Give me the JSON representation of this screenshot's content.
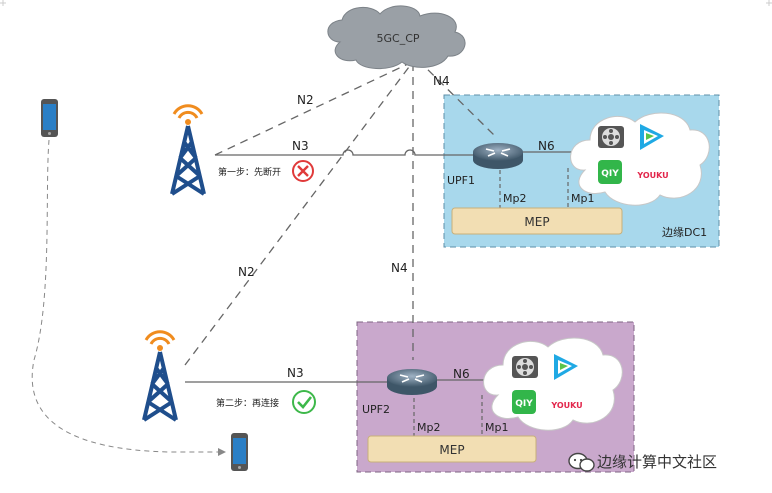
{
  "labels": {
    "cloud_top": "5GC_CP",
    "n4_top": "N4",
    "n2_upper": "N2",
    "n3_upper": "N3",
    "n6_upper": "N6",
    "upf1": "UPF1",
    "mp2_upper": "Mp2",
    "mp1_upper": "Mp1",
    "mep_upper": "MEP",
    "dc1": "边缘DC1",
    "step1": "第一步：先断开",
    "n2_lower": "N2",
    "n4_mid": "N4",
    "n3_lower": "N3",
    "n6_lower": "N6",
    "upf2": "UPF2",
    "mp2_lower": "Mp2",
    "mp1_lower": "Mp1",
    "mep_lower": "MEP",
    "step2": "第二步：再连接",
    "watermark": "边缘计算中文社区"
  },
  "logos": {
    "youku": "YOUKU",
    "iqiyi": "QIY"
  },
  "colors": {
    "dc1_fill": "#a8d8ec",
    "dc2_fill": "#c9a8cc",
    "mep_fill": "#f2deb3",
    "cloud_fill": "#9aa0a6",
    "tower": "#1f4e8c",
    "signal": "#f08c1e",
    "fail": "#e03a3a",
    "ok": "#3db84a"
  },
  "icons": [
    "cloud-icon",
    "tower-icon",
    "router-icon",
    "phone-icon",
    "video-reel-icon",
    "tencent-video-icon",
    "iqiyi-icon",
    "youku-icon",
    "cross-icon",
    "check-icon",
    "wechat-icon"
  ]
}
